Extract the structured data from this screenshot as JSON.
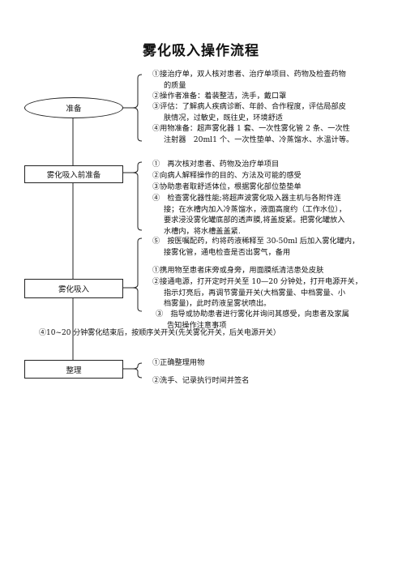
{
  "title": "雾化吸入操作流程",
  "stages": [
    {
      "label": "准备",
      "items": [
        [
          "①接治疗单，双人核对患者、治疗单项目、药物及检查药物",
          "的质量"
        ],
        [
          "②操作者准备：着装整洁，洗手，戴口罩"
        ],
        [
          "③评估：了解病人疾病诊断、年龄、合作程度，评估局部皮",
          "肤情况，过敏史，既往史，环境舒适"
        ],
        [
          "④用物准备：超声雾化器 1 套、一次性雾化管 2 条、一次性",
          "注射器　20ml1 个、一次性垫单、冷蒸馏水、水温计等。"
        ]
      ]
    },
    {
      "label": "雾化吸入前准备",
      "items": [
        [
          "①　再次核对患者、药物及治疗单项目"
        ],
        [
          "②向病人解释操作的目的、方法及可能的感受"
        ],
        [
          "③协助患者取舒适体位，根据雾化部位垫垫单"
        ],
        [
          "④　检查雾化器性能;将超声波雾化吸入器主机与各附件连",
          "接；在水槽内加入冷蒸馏水，液面高度约（工作水位），",
          "要求浸没雾化罐底部的透声膜,将盖旋紧。把雾化罐放入",
          "水槽内，将水槽盖盖紧."
        ],
        [
          "⑤　按医嘱配药，约将药液稀释至 30-50ml 后加入雾化罐内，",
          "接雾化管，通电检查是否出雾气，备用"
        ]
      ]
    },
    {
      "label": "雾化吸入",
      "items": [
        [
          "①携用物至患者床旁或身旁，用面膜纸清洁患处皮肤"
        ],
        [
          "②接通电源，打开定时开关至 10—20 分钟处，打开电源开关，",
          "指示灯亮后，再调节雾量开关(大档雾量、中档雾量、小",
          "档雾量)，此时药液呈雾状喷出。"
        ],
        [
          "③　指导或协助患者进行雾化并询问其感受，向患者及家属",
          "告知操作注意事项"
        ],
        [
          "④10~20 分钟雾化结束后，按顺序关开关(先关雾化开关，后关电源开关）"
        ]
      ]
    },
    {
      "label": "整理",
      "items": [
        [
          "①正确整理用物"
        ],
        [
          "②洗手、记录执行时间并签名"
        ]
      ]
    }
  ]
}
